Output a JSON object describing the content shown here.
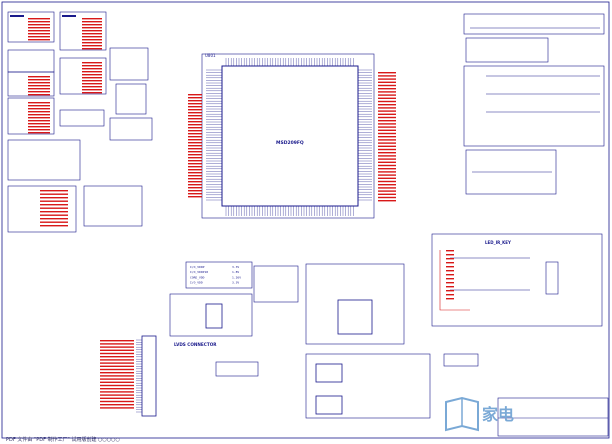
{
  "main_chip": {
    "ref": "U801",
    "part": "MSD209FQ"
  },
  "sections": {
    "lvds": "LVDS  CONNECTOR",
    "led_ir_key": "LED_IR_KEY"
  },
  "tables": {
    "voltage_map": {
      "rows": [
        {
          "net": "I/O_VDDP",
          "value": "3.3V"
        },
        {
          "net": "I/O_VDDP18",
          "value": "1.8V"
        },
        {
          "net": "CORE_VDD",
          "value": "1.26V"
        },
        {
          "net": "I/O_VDD",
          "value": "3.3V"
        }
      ]
    }
  },
  "footer": {
    "text": "PDF 文件由 \"PDF 制作工厂\" 试用版创建   ○○○○○"
  },
  "watermark": {
    "text": "家电"
  },
  "colors": {
    "wire": "#1a1a8c",
    "net_label": "#d81818",
    "frame": "#1a1a8c",
    "watermark": "#7aa9d6"
  }
}
